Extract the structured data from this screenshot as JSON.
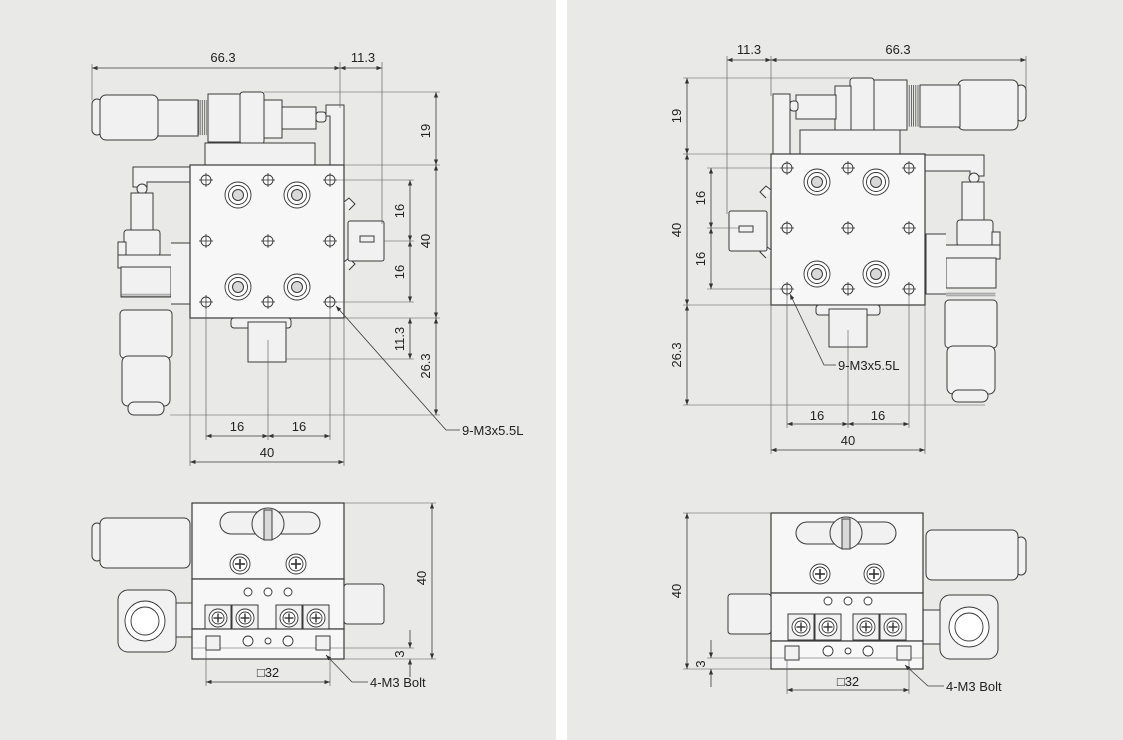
{
  "left": {
    "top_dims": {
      "w_663": "66.3",
      "w_113": "11.3",
      "h_19": "19",
      "h_16a": "16",
      "h_16b": "16",
      "h_40": "40",
      "h_113": "11.3",
      "h_263": "26.3",
      "b_16a": "16",
      "b_16b": "16",
      "b_40": "40"
    },
    "hole_callout": "9-M3x5.5L",
    "side_dims": {
      "h_40": "40",
      "h_3": "3",
      "sq_32": "□32"
    },
    "bolt_callout": "4-M3 Bolt"
  },
  "right": {
    "top_dims": {
      "w_113": "11.3",
      "w_663": "66.3",
      "h_19": "19",
      "h_16a": "16",
      "h_40": "40",
      "h_16b": "16",
      "h_263": "26.3",
      "b_16a": "16",
      "b_16b": "16",
      "b_40": "40"
    },
    "hole_callout": "9-M3x5.5L",
    "side_dims": {
      "h_40": "40",
      "h_3": "3",
      "sq_32": "□32"
    },
    "bolt_callout": "4-M3 Bolt"
  }
}
